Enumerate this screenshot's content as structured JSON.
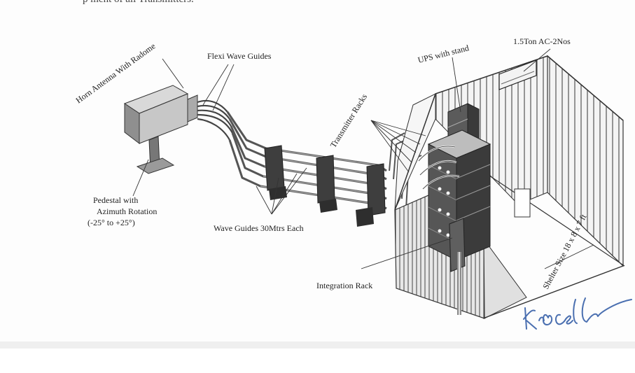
{
  "header_fragment": "p    ment of all Transmitters.",
  "labels": {
    "horn_antenna": "Horn Antenna With Radome",
    "flexi_wave_guides": "Flexi Wave Guides",
    "ups": "UPS with stand",
    "ac": "1.5Ton AC-2Nos",
    "transmitter_racks": "Transmitter Racks",
    "pedestal_line1": "Pedestal with",
    "pedestal_line2": "Azimuth Rotation",
    "pedestal_line3": "(-25° to +25°)",
    "wave_guides": "Wave Guides 30Mtrs Each",
    "integration_rack": "Integration Rack",
    "shelter_size": "Shelter Size  18 x 8 x 7 ft"
  }
}
